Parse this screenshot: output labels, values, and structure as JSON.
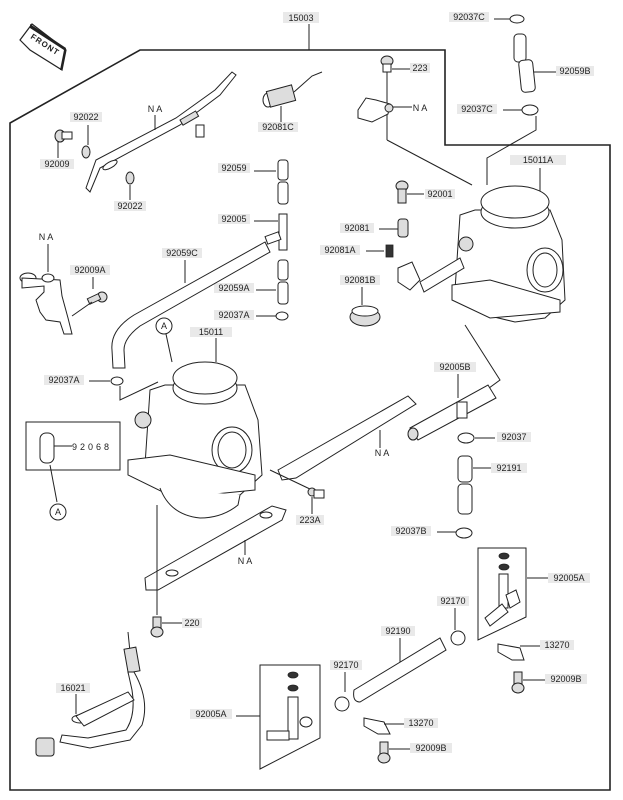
{
  "diagram": {
    "title": "Carburetor parts diagram",
    "front_badge": "FRONT",
    "callout_ref": "A",
    "labels": {
      "assembly": "15003",
      "carb_left": "15011",
      "carb_right": "15011A",
      "screw_92009": "92009",
      "washer_92022_top": "92022",
      "washer_92022_bottom": "92022",
      "bracket_na_top": "N A",
      "spring_92081C": "92081C",
      "plug_223": "223",
      "bracket_na_right": "N A",
      "clamp_92037C_top": "92037C",
      "hose_92059B": "92059B",
      "clamp_92037C_mid": "92037C",
      "hose_92059": "92059",
      "joint_92005": "92005",
      "hose_92059C": "92059C",
      "hose_92059A": "92059A",
      "clamp_92037A_top": "92037A",
      "screw_92001": "92001",
      "spring_92081": "92081",
      "spring_92081A": "92081A",
      "spring_92081B": "92081B",
      "bracket_na_left": "N A",
      "screw_92009A": "92009A",
      "clamp_92037A_left": "92037A",
      "cap_92068": "92068",
      "joint_92005B": "92005B",
      "clamp_92037": "92037",
      "hose_92191": "92191",
      "clamp_92037B": "92037B",
      "plate_na_mid": "N A",
      "screw_223A": "223A",
      "plate_na_bottom": "N A",
      "screw_220": "220",
      "joint_92005A_right": "92005A",
      "clamp_92170_right": "92170",
      "hose_92190": "92190",
      "clamp_92170_left": "92170",
      "bracket_13270_right": "13270",
      "screw_92009B_right": "92009B",
      "bracket_13270_left": "13270",
      "screw_92009B_left": "92009B",
      "cable_16021": "16021",
      "joint_92005A_left": "92005A"
    }
  }
}
